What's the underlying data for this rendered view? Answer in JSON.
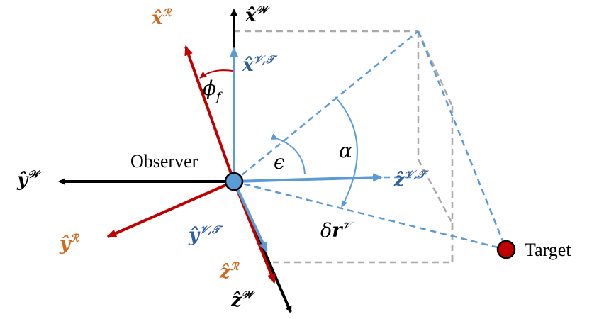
{
  "colors": {
    "world": "#000000",
    "body": "#c00000",
    "body_label": "#d06a1e",
    "velocity": "#5b9bd5",
    "velocity_label": "#2e5f9e",
    "box": "#aaaaaa",
    "observer_fill": "#5b9bd5",
    "target_fill": "#c00000"
  },
  "labels": {
    "observer": "Observer",
    "target": "Target",
    "x_world": {
      "base": "x̂",
      "sup": "𝒲"
    },
    "y_world": {
      "base": "ŷ",
      "sup": "𝒲"
    },
    "z_world": {
      "base": "ẑ",
      "sup": "𝒲"
    },
    "x_body": {
      "base": "x̂",
      "sup": "ℛ"
    },
    "y_body": {
      "base": "ŷ",
      "sup": "ℛ"
    },
    "z_body": {
      "base": "ẑ",
      "sup": "ℛ"
    },
    "x_vel": {
      "base": "x̂",
      "sup": "𝒱,𝒯"
    },
    "y_vel": {
      "base": "ŷ",
      "sup": "𝒱,𝒯"
    },
    "z_vel": {
      "base": "ẑ",
      "sup": "𝒱,𝒯"
    },
    "phi": {
      "base": "ϕ",
      "sub": "f"
    },
    "epsilon": "ϵ",
    "alpha": "α",
    "delta_r": {
      "base": "δ",
      "vec": "r",
      "sup": "𝒱"
    }
  }
}
